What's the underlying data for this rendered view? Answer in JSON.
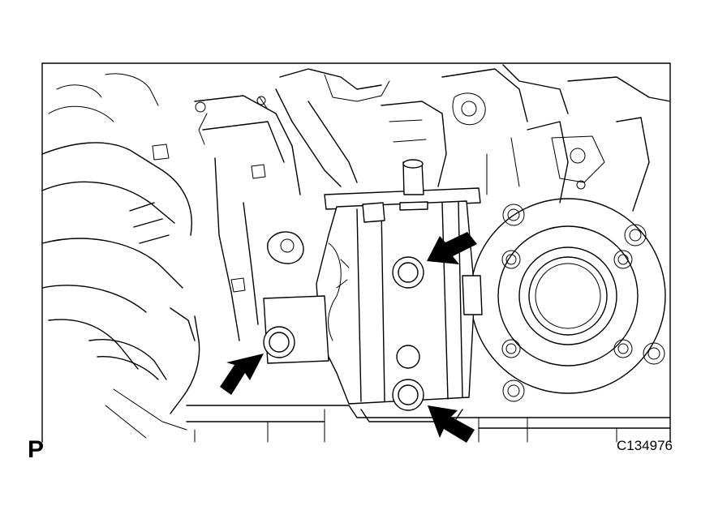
{
  "figure": {
    "view_label": "P",
    "illustration_id": "C134976",
    "callout_arrows": [
      {
        "name": "upper-bolt-arrow",
        "direction": "down-left"
      },
      {
        "name": "lower-bolt-arrow",
        "direction": "up-left"
      },
      {
        "name": "left-bolt-arrow",
        "direction": "up-right"
      }
    ],
    "colors": {
      "line": "#000000",
      "background": "#ffffff"
    }
  }
}
